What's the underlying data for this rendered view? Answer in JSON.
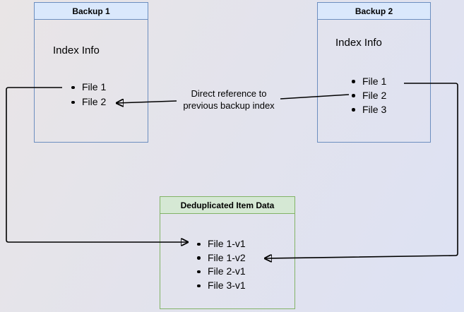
{
  "backup1": {
    "title": "Backup 1",
    "section_label": "Index Info",
    "files": [
      "File 1",
      "File 2"
    ]
  },
  "backup2": {
    "title": "Backup 2",
    "section_label": "Index Info",
    "files": [
      "File 1",
      "File 2",
      "File 3"
    ]
  },
  "dedup": {
    "title": "Deduplicated Item Data",
    "items": [
      "File 1-v1",
      "File 1-v2",
      "File 2-v1",
      "File 3-v1"
    ]
  },
  "annotations": {
    "direct_reference": {
      "line1": "Direct reference to",
      "line2": "previous backup index"
    }
  },
  "colors": {
    "backup_header_fill": "#dae8fc",
    "backup_border": "#6c8ebf",
    "dedup_header_fill": "#d5e8d4",
    "dedup_border": "#82b366",
    "arrow": "#000000",
    "text": "#000000"
  }
}
